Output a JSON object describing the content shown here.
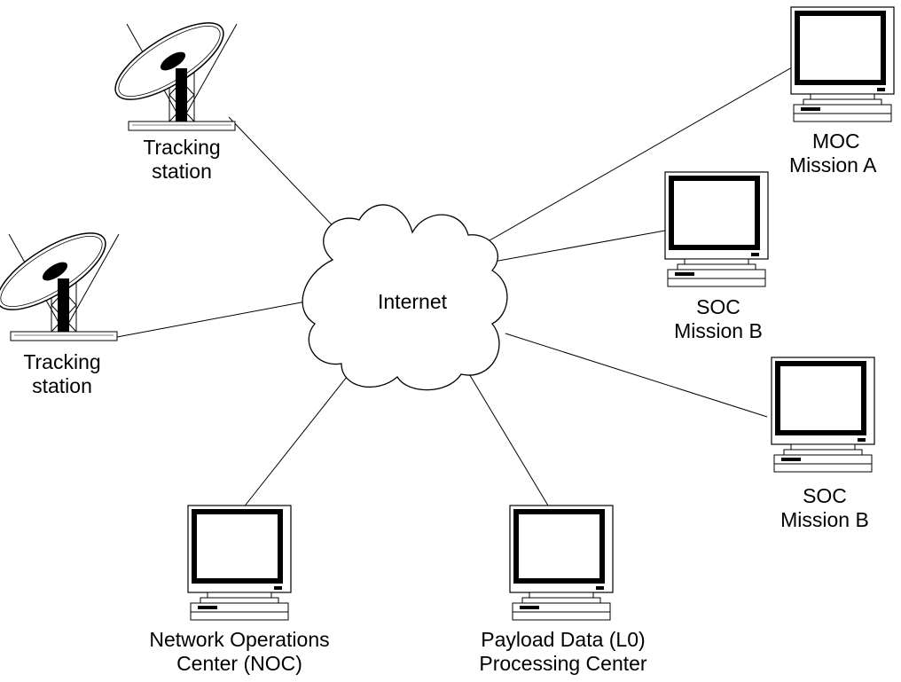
{
  "cloud": {
    "label": "Internet"
  },
  "nodes": [
    {
      "id": "station-top",
      "kind": "dish",
      "lines": [
        "Tracking",
        "station"
      ]
    },
    {
      "id": "station-left",
      "kind": "dish",
      "lines": [
        "Tracking",
        "station"
      ]
    },
    {
      "id": "moc-mission-a",
      "kind": "computer",
      "lines": [
        "MOC",
        "Mission A"
      ]
    },
    {
      "id": "soc-mission-b-1",
      "kind": "computer",
      "lines": [
        "SOC",
        "Mission B"
      ]
    },
    {
      "id": "soc-mission-b-2",
      "kind": "computer",
      "lines": [
        "SOC",
        "Mission B"
      ]
    },
    {
      "id": "noc",
      "kind": "computer",
      "lines": [
        "Network Operations",
        "Center (NOC)"
      ]
    },
    {
      "id": "payload-center",
      "kind": "computer",
      "lines": [
        "Payload Data (L0)",
        "Processing Center"
      ]
    }
  ],
  "colors": {
    "stroke": "#000000",
    "fill": "#ffffff"
  }
}
